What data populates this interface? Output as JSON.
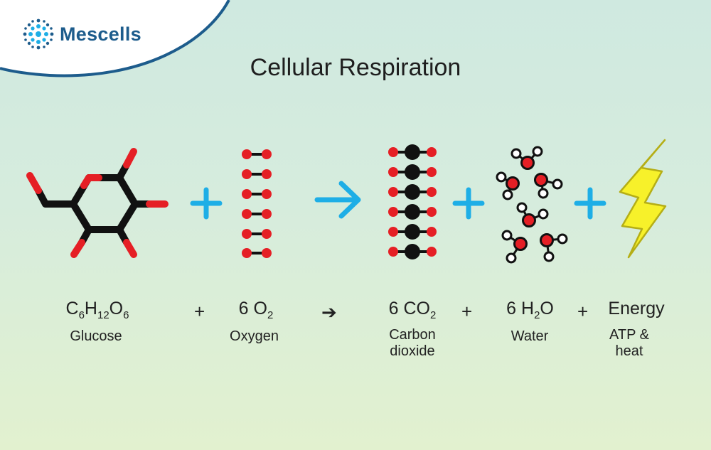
{
  "brand": {
    "name": "Mescells"
  },
  "title": "Cellular Respiration",
  "colors": {
    "accent_blue": "#1eaee6",
    "oxygen_red": "#e51f25",
    "carbon_black": "#111111",
    "energy_yellow": "#f7f12a",
    "brand_blue": "#1d5c8c"
  },
  "equation": {
    "glucose": {
      "formula_parts": [
        "C",
        "6",
        "H",
        "12",
        "O",
        "6"
      ],
      "name": "Glucose"
    },
    "plus1": "+",
    "oxygen": {
      "coefficient": "6",
      "element": "O",
      "subscript": "2",
      "name": "Oxygen"
    },
    "arrow": "➔",
    "carbon_dioxide": {
      "coefficient": "6",
      "element": "CO",
      "subscript": "2",
      "name_line1": "Carbon",
      "name_line2": "dioxide"
    },
    "plus2": "+",
    "water": {
      "coefficient": "6",
      "element_h": "H",
      "subscript": "2",
      "element_o": "O",
      "name": "Water"
    },
    "plus3": "+",
    "energy": {
      "label": "Energy",
      "name_line1": "ATP &",
      "name_line2": "heat"
    }
  },
  "icons": [
    "mescells-logo-icon",
    "glucose-molecule-icon",
    "oxygen-molecules-icon",
    "carbon-dioxide-molecules-icon",
    "water-molecules-icon",
    "lightning-bolt-icon",
    "blue-plus-icon",
    "blue-arrow-icon"
  ]
}
